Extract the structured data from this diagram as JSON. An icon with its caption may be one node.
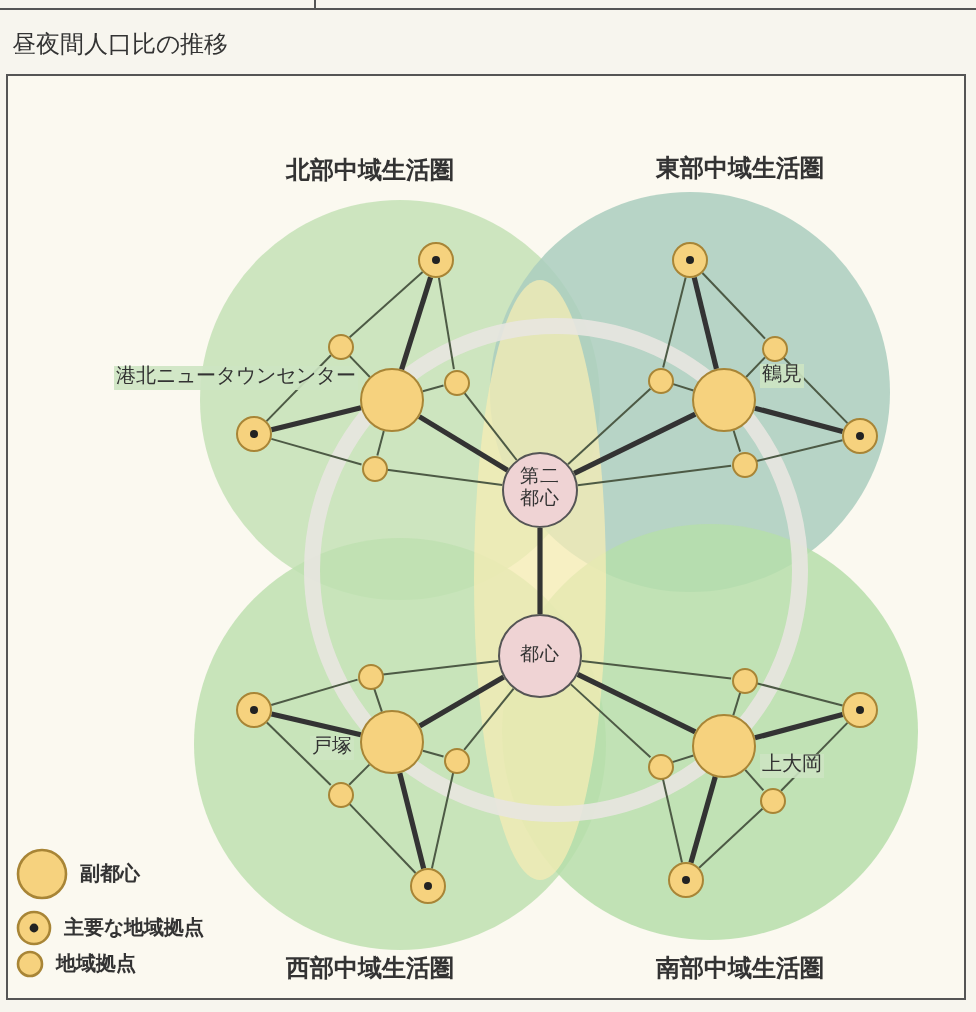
{
  "diagram": {
    "nodes": [
      {
        "text": [
          "第二都心"
        ]
      },
      {
        "text": [
          "都心"
        ]
      },
      {
        "text": [],
        "shape": "circle",
        "beside": [
          "港北ニュータウンセンター"
        ]
      },
      {
        "text": [],
        "shape": "circle"
      },
      {
        "text": [],
        "shape": "circle"
      },
      {
        "text": [],
        "shape": "circle"
      },
      {
        "text": [],
        "shape": "circle"
      },
      {
        "text": [],
        "shape": "circle"
      },
      {
        "text": [],
        "shape": "circle",
        "beside": [
          "鶴見"
        ]
      },
      {
        "text": [],
        "shape": "circle"
      },
      {
        "text": [],
        "shape": "circle"
      },
      {
        "text": [],
        "shape": "circle"
      },
      {
        "text": [],
        "shape": "circle"
      },
      {
        "text": [],
        "shape": "circle"
      },
      {
        "text": [],
        "shape": "circle",
        "beside": [
          "戸塚"
        ]
      },
      {
        "text": [],
        "shape": "circle"
      },
      {
        "text": [],
        "shape": "circle"
      },
      {
        "text": [],
        "shape": "circle"
      },
      {
        "text": [],
        "shape": "circle"
      },
      {
        "text": [],
        "shape": "circle"
      },
      {
        "text": [],
        "shape": "circle",
        "beside": [
          "上大岡"
        ]
      },
      {
        "text": [],
        "shape": "circle"
      },
      {
        "text": [],
        "shape": "circle"
      },
      {
        "text": [],
        "shape": "circle"
      },
      {
        "text": [],
        "shape": "circle"
      },
      {
        "text": [],
        "shape": "circle"
      }
    ],
    "edges": [
      {
        "from": 0,
        "to": 1,
        "arrow": "none",
        "style": "thick"
      },
      {
        "from": 2,
        "to": 3,
        "arrow": "none",
        "style": "thick"
      },
      {
        "from": 2,
        "to": 4,
        "arrow": "none",
        "style": "thick"
      },
      {
        "from": 2,
        "to": 0,
        "arrow": "none",
        "style": "thick"
      },
      {
        "from": 2,
        "to": 5,
        "arrow": "none"
      },
      {
        "from": 2,
        "to": 6,
        "arrow": "none"
      },
      {
        "from": 2,
        "to": 7,
        "arrow": "none"
      },
      {
        "from": 3,
        "to": 5,
        "arrow": "none"
      },
      {
        "from": 5,
        "to": 4,
        "arrow": "none"
      },
      {
        "from": 3,
        "to": 6,
        "arrow": "none"
      },
      {
        "from": 6,
        "to": 0,
        "arrow": "none"
      },
      {
        "from": 4,
        "to": 7,
        "arrow": "none"
      },
      {
        "from": 7,
        "to": 0,
        "arrow": "none"
      },
      {
        "from": 8,
        "to": 9,
        "arrow": "none",
        "style": "thick"
      },
      {
        "from": 8,
        "to": 10,
        "arrow": "none",
        "style": "thick"
      },
      {
        "from": 8,
        "to": 0,
        "arrow": "none",
        "style": "thick"
      },
      {
        "from": 8,
        "to": 11,
        "arrow": "none"
      },
      {
        "from": 8,
        "to": 12,
        "arrow": "none"
      },
      {
        "from": 8,
        "to": 13,
        "arrow": "none"
      },
      {
        "from": 9,
        "to": 11,
        "arrow": "none"
      },
      {
        "from": 11,
        "to": 10,
        "arrow": "none"
      },
      {
        "from": 9,
        "to": 12,
        "arrow": "none"
      },
      {
        "from": 12,
        "to": 0,
        "arrow": "none"
      },
      {
        "from": 10,
        "to": 13,
        "arrow": "none"
      },
      {
        "from": 13,
        "to": 0,
        "arrow": "none"
      },
      {
        "from": 14,
        "to": 15,
        "arrow": "none",
        "style": "thick"
      },
      {
        "from": 14,
        "to": 16,
        "arrow": "none",
        "style": "thick"
      },
      {
        "from": 14,
        "to": 1,
        "arrow": "none",
        "style": "thick"
      },
      {
        "from": 14,
        "to": 17,
        "arrow": "none"
      },
      {
        "from": 14,
        "to": 18,
        "arrow": "none"
      },
      {
        "from": 14,
        "to": 19,
        "arrow": "none"
      },
      {
        "from": 15,
        "to": 17,
        "arrow": "none"
      },
      {
        "from": 17,
        "to": 16,
        "arrow": "none"
      },
      {
        "from": 15,
        "to": 18,
        "arrow": "none"
      },
      {
        "from": 18,
        "to": 1,
        "arrow": "none"
      },
      {
        "from": 16,
        "to": 19,
        "arrow": "none"
      },
      {
        "from": 19,
        "to": 1,
        "arrow": "none"
      },
      {
        "from": 20,
        "to": 21,
        "arrow": "none",
        "style": "thick"
      },
      {
        "from": 20,
        "to": 22,
        "arrow": "none",
        "style": "thick"
      },
      {
        "from": 20,
        "to": 1,
        "arrow": "none",
        "style": "thick"
      },
      {
        "from": 20,
        "to": 23,
        "arrow": "none"
      },
      {
        "from": 20,
        "to": 24,
        "arrow": "none"
      },
      {
        "from": 20,
        "to": 25,
        "arrow": "none"
      },
      {
        "from": 21,
        "to": 23,
        "arrow": "none"
      },
      {
        "from": 23,
        "to": 22,
        "arrow": "none"
      },
      {
        "from": 21,
        "to": 24,
        "arrow": "none"
      },
      {
        "from": 24,
        "to": 1,
        "arrow": "none"
      },
      {
        "from": 22,
        "to": 25,
        "arrow": "none"
      },
      {
        "from": 25,
        "to": 1,
        "arrow": "none"
      }
    ],
    "labels": [
      "昼夜間人口比の推移",
      "北部中域生活圏",
      "東部中域生活圏",
      "西部中域生活圏",
      "南部中域生活圏"
    ],
    "legend": [
      {
        "text": "副都心"
      },
      {
        "text": "主要な地域拠点"
      },
      {
        "text": "地域拠点"
      }
    ]
  }
}
